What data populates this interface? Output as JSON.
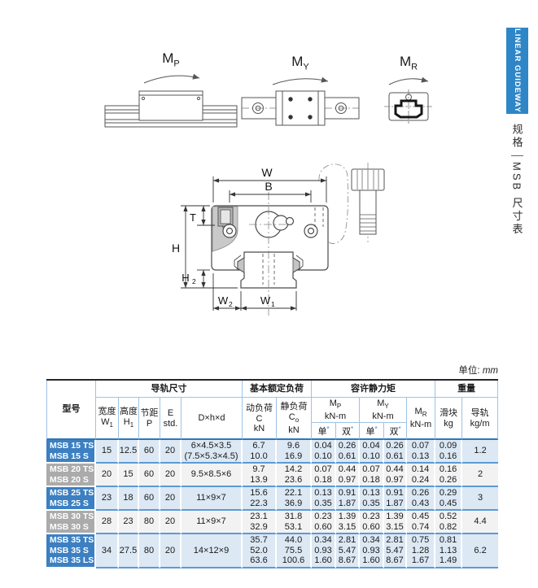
{
  "banner": {
    "label": "LINEAR GUIDEWAY"
  },
  "side_caption": {
    "section": "规格",
    "page": "MSB 尺寸表"
  },
  "moments": [
    {
      "main": "M",
      "sub": "P"
    },
    {
      "main": "M",
      "sub": "Y"
    },
    {
      "main": "M",
      "sub": "R"
    }
  ],
  "drawing": {
    "labels": {
      "w": "W",
      "b": "B",
      "t": "T",
      "h": "H",
      "h2_main": "H",
      "h2_sub": "2",
      "w2_main": "W",
      "w2_sub": "2",
      "w1_main": "W",
      "w1_sub": "1"
    }
  },
  "unit_note": {
    "label": "单位:",
    "unit": "mm"
  },
  "table": {
    "headers": {
      "model": "型号",
      "rail_dims": "导轨尺寸",
      "basic_load": "基本额定负荷",
      "static_moment": "容许静力矩",
      "weight": "重量",
      "width": "宽度",
      "width_sym": "W",
      "width_sub": "1",
      "height": "高度",
      "height_sym": "H",
      "height_sub": "1",
      "pitch": "节距",
      "pitch_sym": "P",
      "e": "E",
      "e_unit": "std.",
      "dhd": "D×h×d",
      "dyn": "动负荷",
      "dyn_sym": "C",
      "dyn_unit": "kN",
      "stat": "静负荷",
      "stat_sym": "C",
      "stat_sub": "o",
      "stat_unit": "kN",
      "mp_main": "M",
      "mp_sub": "P",
      "mp_unit": "kN-m",
      "my_main": "M",
      "my_sub": "Y",
      "my_unit": "kN-m",
      "mr_main": "M",
      "mr_sub": "R",
      "mr_unit": "kN-m",
      "single": "单",
      "double": "双",
      "star": "*",
      "block": "滑块",
      "block_unit": "kg",
      "rail": "导轨",
      "rail_unit": "kg/m"
    },
    "rows": [
      {
        "models": [
          "MSB 15 TS",
          "MSB 15 S"
        ],
        "w1": "15",
        "h1": "12.5",
        "p": "60",
        "e": "20",
        "dhd": [
          "6×4.5×3.5",
          "(7.5×5.3×4.5)"
        ],
        "c": [
          "6.7",
          "10.0"
        ],
        "c0": [
          "9.6",
          "16.9"
        ],
        "mp_s": [
          "0.04",
          "0.10"
        ],
        "mp_d": [
          "0.26",
          "0.61"
        ],
        "my_s": [
          "0.04",
          "0.10"
        ],
        "my_d": [
          "0.26",
          "0.61"
        ],
        "mr": [
          "0.07",
          "0.13"
        ],
        "block": [
          "0.09",
          "0.16"
        ],
        "rail": "1.2"
      },
      {
        "models": [
          "MSB 20 TS",
          "MSB 20 S"
        ],
        "w1": "20",
        "h1": "15",
        "p": "60",
        "e": "20",
        "dhd": [
          "9.5×8.5×6"
        ],
        "c": [
          "9.7",
          "13.9"
        ],
        "c0": [
          "14.2",
          "23.6"
        ],
        "mp_s": [
          "0.07",
          "0.18"
        ],
        "mp_d": [
          "0.44",
          "0.97"
        ],
        "my_s": [
          "0.07",
          "0.18"
        ],
        "my_d": [
          "0.44",
          "0.97"
        ],
        "mr": [
          "0.14",
          "0.24"
        ],
        "block": [
          "0.16",
          "0.26"
        ],
        "rail": "2"
      },
      {
        "models": [
          "MSB 25 TS",
          "MSB 25 S"
        ],
        "w1": "23",
        "h1": "18",
        "p": "60",
        "e": "20",
        "dhd": [
          "11×9×7"
        ],
        "c": [
          "15.6",
          "22.3"
        ],
        "c0": [
          "22.1",
          "36.9"
        ],
        "mp_s": [
          "0.13",
          "0.35"
        ],
        "mp_d": [
          "0.91",
          "1.87"
        ],
        "my_s": [
          "0.13",
          "0.35"
        ],
        "my_d": [
          "0.91",
          "1.87"
        ],
        "mr": [
          "0.26",
          "0.43"
        ],
        "block": [
          "0.29",
          "0.45"
        ],
        "rail": "3"
      },
      {
        "models": [
          "MSB 30 TS",
          "MSB 30 S"
        ],
        "w1": "28",
        "h1": "23",
        "p": "80",
        "e": "20",
        "dhd": [
          "11×9×7"
        ],
        "c": [
          "23.1",
          "32.9"
        ],
        "c0": [
          "31.8",
          "53.1"
        ],
        "mp_s": [
          "0.23",
          "0.60"
        ],
        "mp_d": [
          "1.39",
          "3.15"
        ],
        "my_s": [
          "0.23",
          "0.60"
        ],
        "my_d": [
          "1.39",
          "3.15"
        ],
        "mr": [
          "0.45",
          "0.74"
        ],
        "block": [
          "0.52",
          "0.82"
        ],
        "rail": "4.4"
      },
      {
        "models": [
          "MSB 35 TS",
          "MSB 35 S",
          "MSB 35 LS"
        ],
        "w1": "34",
        "h1": "27.5",
        "p": "80",
        "e": "20",
        "dhd": [
          "14×12×9"
        ],
        "c": [
          "35.7",
          "52.0",
          "63.6"
        ],
        "c0": [
          "44.0",
          "75.5",
          "100.6"
        ],
        "mp_s": [
          "0.34",
          "0.93",
          "1.60"
        ],
        "mp_d": [
          "2.81",
          "5.47",
          "8.67"
        ],
        "my_s": [
          "0.34",
          "0.93",
          "1.60"
        ],
        "my_d": [
          "2.81",
          "5.47",
          "8.67"
        ],
        "mr": [
          "0.75",
          "1.28",
          "1.67"
        ],
        "block": [
          "0.81",
          "1.13",
          "1.49"
        ],
        "rail": "6.2"
      }
    ]
  }
}
